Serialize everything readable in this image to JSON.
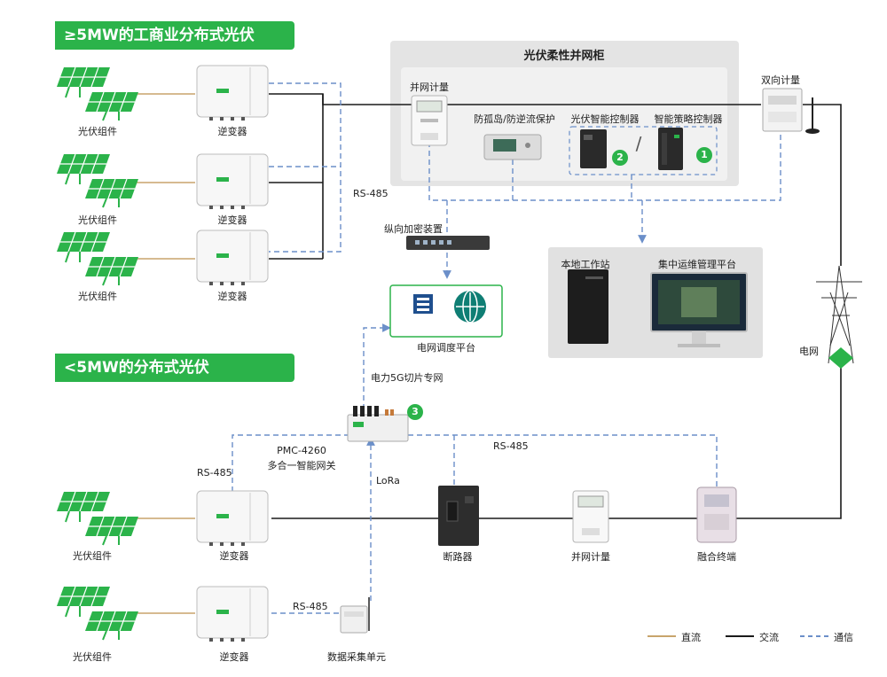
{
  "banners": {
    "large": "≥5MW的工商业分布式光伏",
    "small": "<5MW的分布式光伏"
  },
  "panel_title": "光伏柔性并网柜",
  "labels": {
    "pv_module": "光伏组件",
    "inverter": "逆变器",
    "grid_meter": "并网计量",
    "anti_island": "防孤岛/防逆流保护",
    "pv_controller": "光伏智能控制器",
    "strategy_controller": "智能策略控制器",
    "bidirectional_meter": "双向计量",
    "rs485": "RS-485",
    "encryption": "纵向加密装置",
    "dispatch": "电网调度平台",
    "local_ws": "本地工作站",
    "ops_platform": "集中运维管理平台",
    "grid": "电网",
    "slice": "电力5G切片专网",
    "gateway_model": "PMC-4260",
    "gateway_name": "多合一智能网关",
    "lora": "LoRa",
    "breaker": "断路器",
    "fusion_terminal": "融合终端",
    "daq": "数据采集单元",
    "slash": "/"
  },
  "badges": {
    "one": "1",
    "two": "2",
    "three": "3"
  },
  "legend": {
    "dc": "直流",
    "ac": "交流",
    "comm": "通信"
  },
  "colors": {
    "green": "#2bb34a",
    "dc": "#c8a46b",
    "ac": "#1a1a1a",
    "comm": "#6b8fc9"
  }
}
